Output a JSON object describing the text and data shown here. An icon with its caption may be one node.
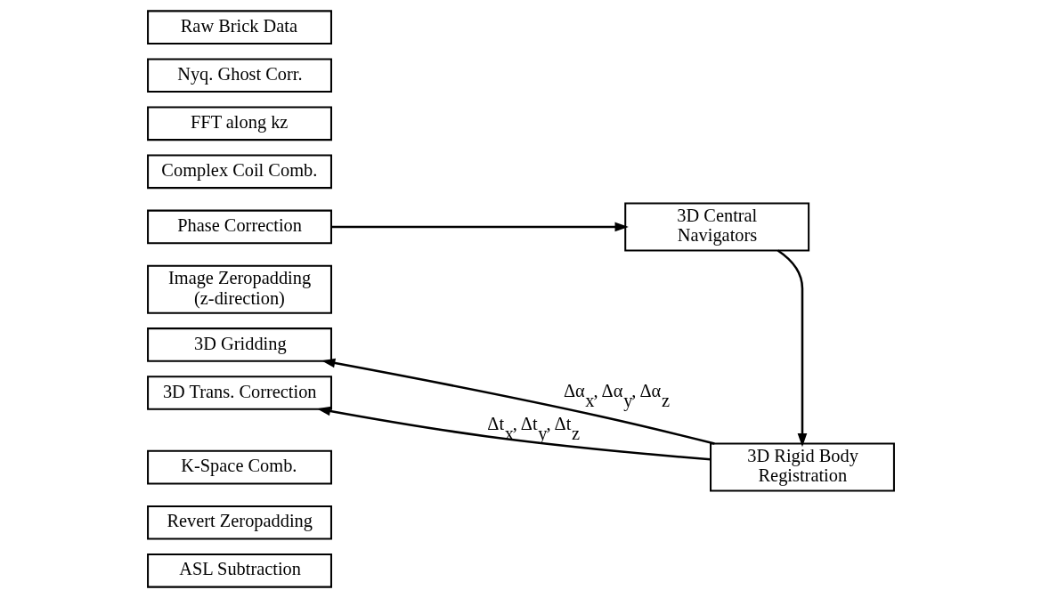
{
  "diagram": {
    "nodes": [
      {
        "text": [
          "Raw Brick Data"
        ]
      },
      {
        "text": [
          "Nyq. Ghost Corr."
        ]
      },
      {
        "text": [
          "FFT along kz"
        ]
      },
      {
        "text": [
          "Complex Coil Comb."
        ]
      },
      {
        "text": [
          "Phase Correction"
        ]
      },
      {
        "text": [
          "Image Zeropadding (z-direction)"
        ]
      },
      {
        "text": [
          "3D Gridding"
        ]
      },
      {
        "text": [
          "3D Trans. Correction"
        ]
      },
      {
        "text": [
          "K-Space Comb."
        ]
      },
      {
        "text": [
          "Revert Zeropadding"
        ]
      },
      {
        "text": [
          "ASL Subtraction"
        ]
      },
      {
        "text": [
          "3D Central Navigators"
        ]
      },
      {
        "text": [
          "3D Rigid Body Registration"
        ]
      }
    ],
    "edges": [
      {
        "from": 4,
        "to": 11,
        "arrow": "to"
      },
      {
        "from": 11,
        "to": 12,
        "arrow": "to"
      },
      {
        "from": 12,
        "to": 6,
        "arrow": "to",
        "label": "Δα$_{x}$, Δα$_{y}$, Δα$_{z}$"
      },
      {
        "from": 12,
        "to": 7,
        "arrow": "to",
        "label": "Δt$_{x}$, Δt$_{y}$, Δt$_{z}$"
      }
    ]
  }
}
